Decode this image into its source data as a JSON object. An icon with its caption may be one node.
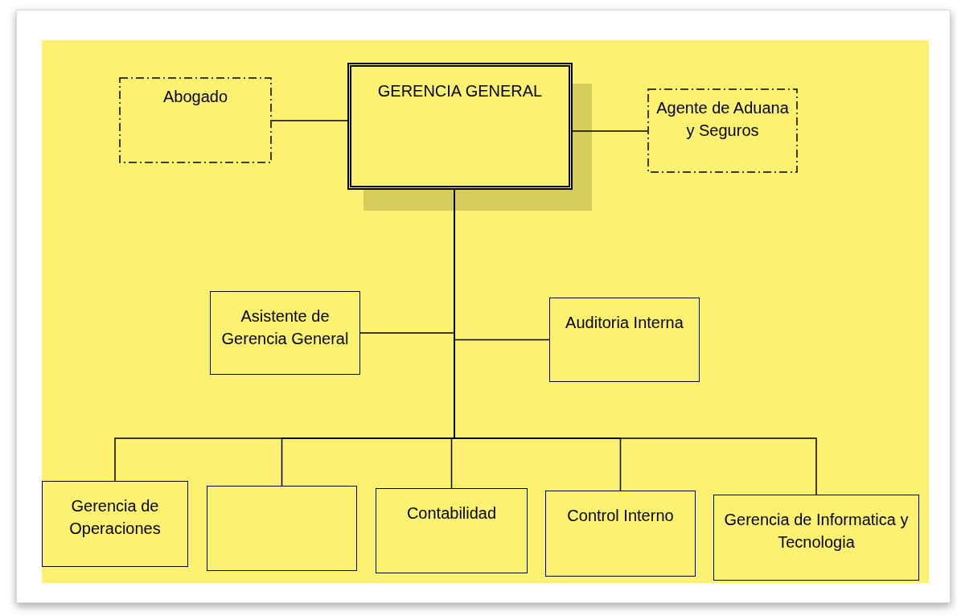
{
  "diagram": {
    "nodes": [
      {
        "text": [
          "GERENCIA GENERAL"
        ]
      },
      {
        "text": [
          "Abogado"
        ]
      },
      {
        "text": [
          "Agente de Aduana y Seguros"
        ]
      },
      {
        "text": [
          "Asistente de Gerencia General"
        ]
      },
      {
        "text": [
          "Auditoria Interna"
        ]
      },
      {
        "text": [
          "Gerencia de Operaciones"
        ]
      },
      {
        "text": [],
        "shape": "box"
      },
      {
        "text": [
          "Contabilidad"
        ]
      },
      {
        "text": [
          "Control Interno"
        ]
      },
      {
        "text": [
          "Gerencia de Informatica y Tecnologia"
        ]
      }
    ],
    "edges": [
      {
        "from": 0,
        "to": 1,
        "arrow": "none"
      },
      {
        "from": 0,
        "to": 2,
        "arrow": "none"
      },
      {
        "from": 0,
        "to": 3,
        "arrow": "none"
      },
      {
        "from": 0,
        "to": 4,
        "arrow": "none"
      },
      {
        "from": 0,
        "to": 5,
        "arrow": "none"
      },
      {
        "from": 0,
        "to": 6,
        "arrow": "none"
      },
      {
        "from": 0,
        "to": 7,
        "arrow": "none"
      },
      {
        "from": 0,
        "to": 8,
        "arrow": "none"
      },
      {
        "from": 0,
        "to": 9,
        "arrow": "none"
      }
    ]
  }
}
